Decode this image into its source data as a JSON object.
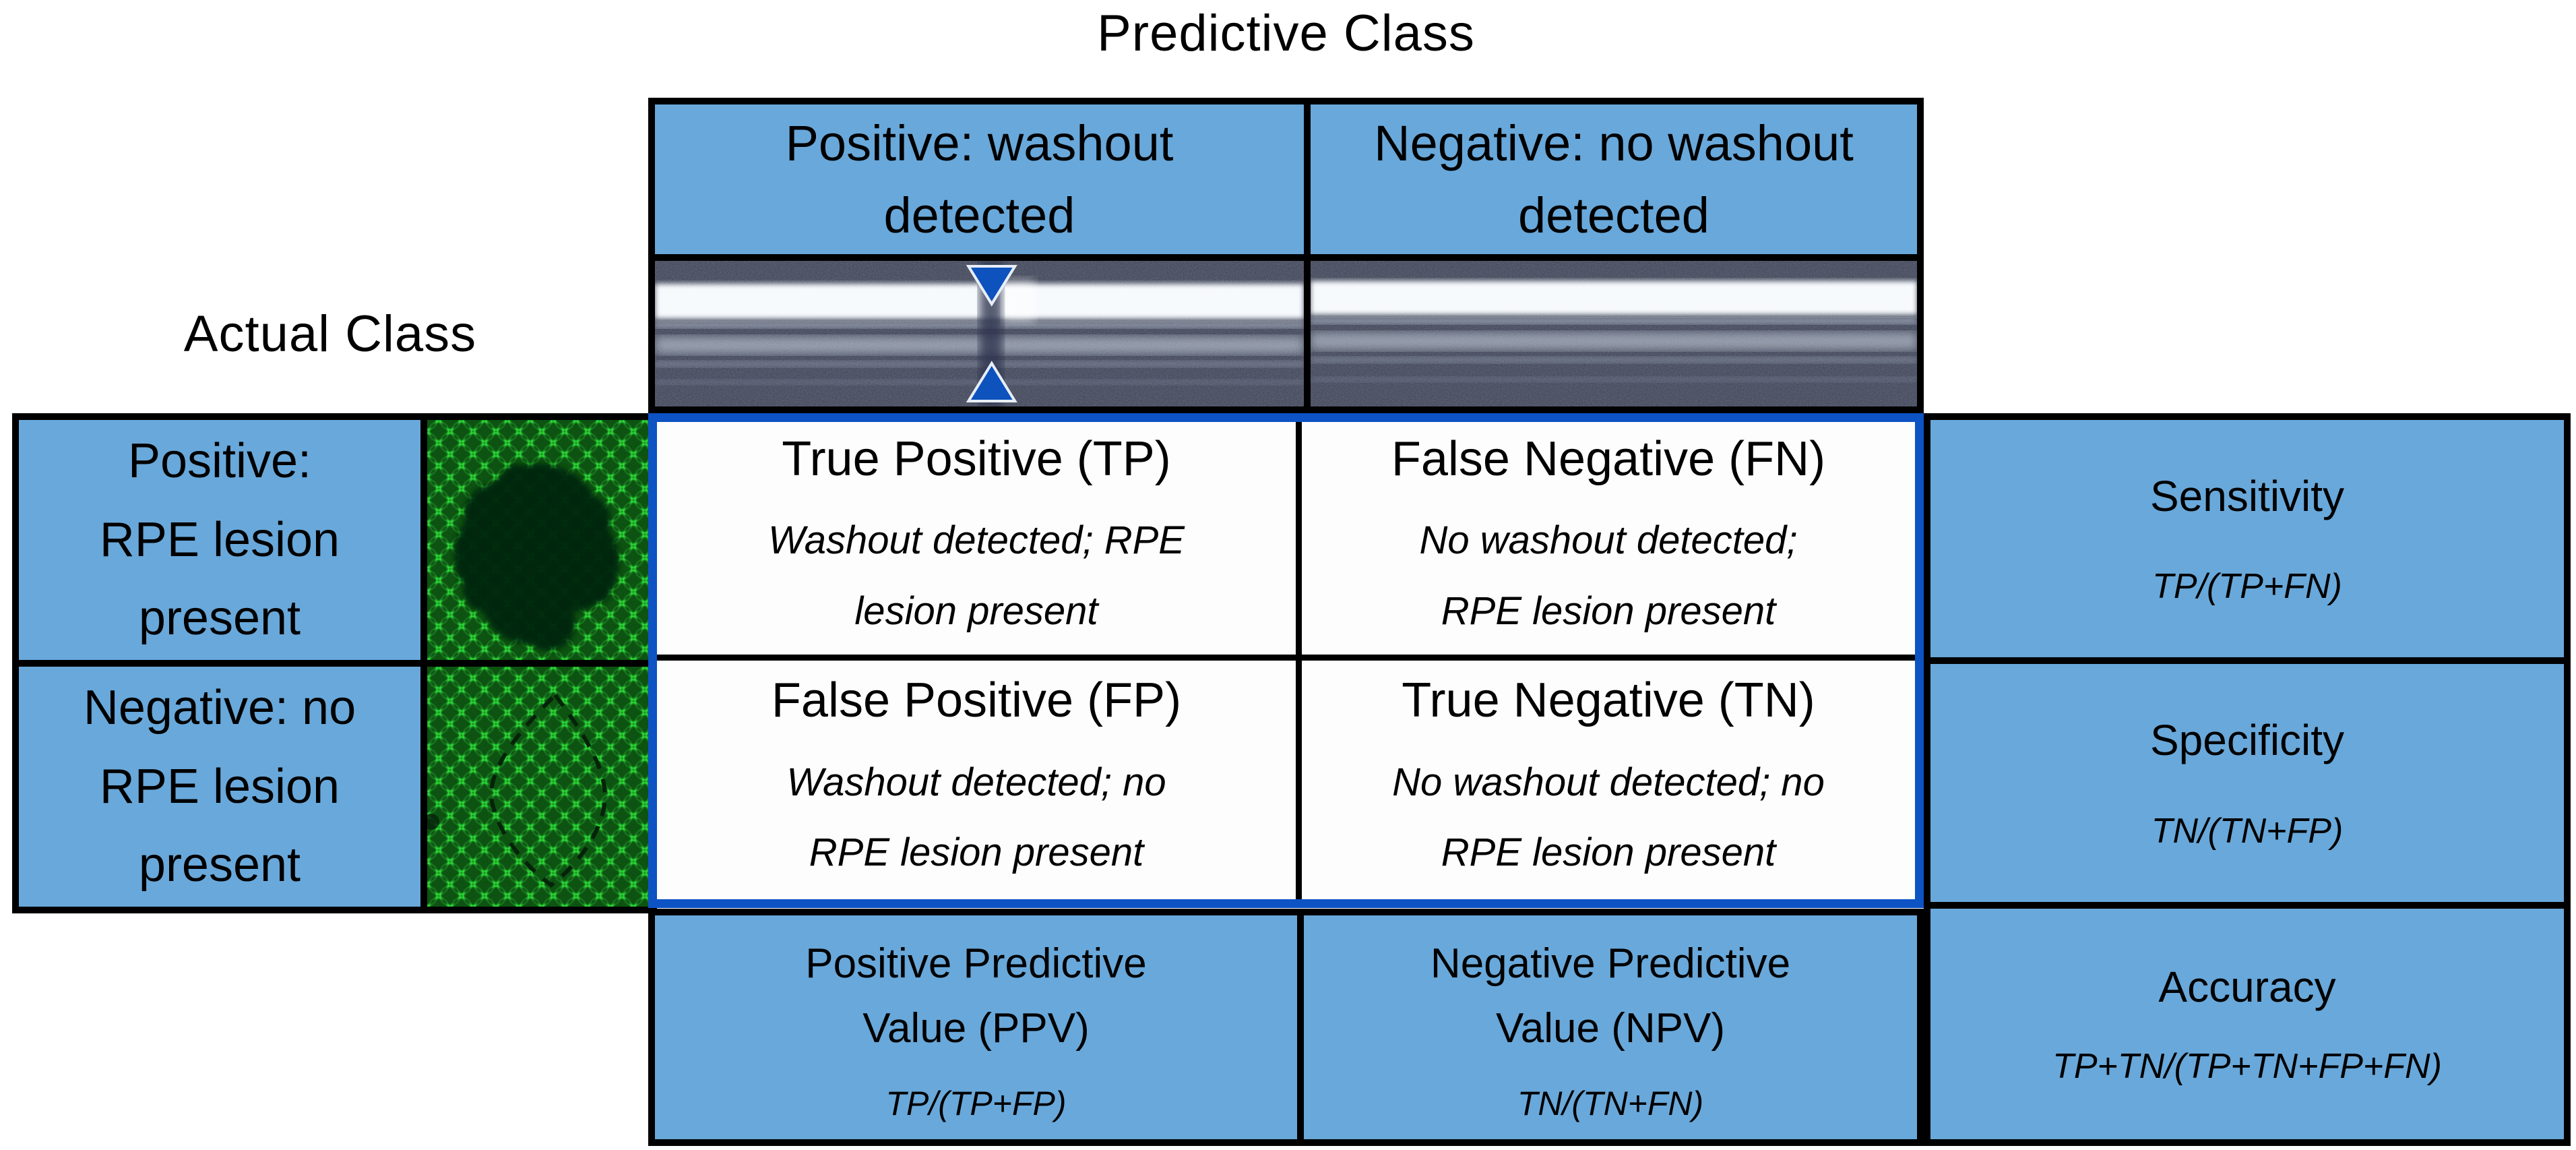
{
  "titles": {
    "predictive": "Predictive Class",
    "actual": "Actual Class"
  },
  "predicted_columns": [
    {
      "id": "positive",
      "label": "Positive: washout\ndetected"
    },
    {
      "id": "negative",
      "label": "Negative: no washout\ndetected"
    }
  ],
  "actual_rows": [
    {
      "id": "positive",
      "label": "Positive:\nRPE lesion\npresent"
    },
    {
      "id": "negative",
      "label": "Negative: no\nRPE lesion\npresent"
    }
  ],
  "matrix_cells": {
    "tp": {
      "title": "True Positive (TP)",
      "description": "Washout detected; RPE\nlesion present"
    },
    "fn": {
      "title": "False Negative (FN)",
      "description": "No washout detected;\nRPE lesion present"
    },
    "fp": {
      "title": "False Positive (FP)",
      "description": "Washout detected; no\nRPE lesion present"
    },
    "tn": {
      "title": "True Negative (TN)",
      "description": "No washout detected; no\nRPE lesion present"
    }
  },
  "metrics": {
    "sensitivity": {
      "title": "Sensitivity",
      "formula": "TP/(TP+FN)"
    },
    "specificity": {
      "title": "Specificity",
      "formula": "TN/(TN+FP)"
    },
    "accuracy": {
      "title": "Accuracy",
      "formula": "TP+TN/(TP+TN+FP+FN)"
    },
    "ppv": {
      "title": "Positive Predictive\nValue (PPV)",
      "formula": "TP/(TP+FP)"
    },
    "npv": {
      "title": "Negative Predictive\nValue (NPV)",
      "formula": "TN/(TN+FN)"
    }
  },
  "images": {
    "oct_washout": "oct-bscan-with-washout",
    "oct_no_washout": "oct-bscan-no-washout",
    "rpe_lesion": "rpe-mosaic-with-dark-lesion",
    "rpe_no_lesion": "rpe-mosaic-dashed-outline-no-lesion"
  },
  "colors": {
    "cell_blue": "#69a8da",
    "matrix_border": "#0d53c4",
    "arrow_blue": "#0d52bd",
    "table_border": "#000000",
    "text": "#000000",
    "oct_background": "#3e4459",
    "rpe_green": "#0b7f12"
  }
}
